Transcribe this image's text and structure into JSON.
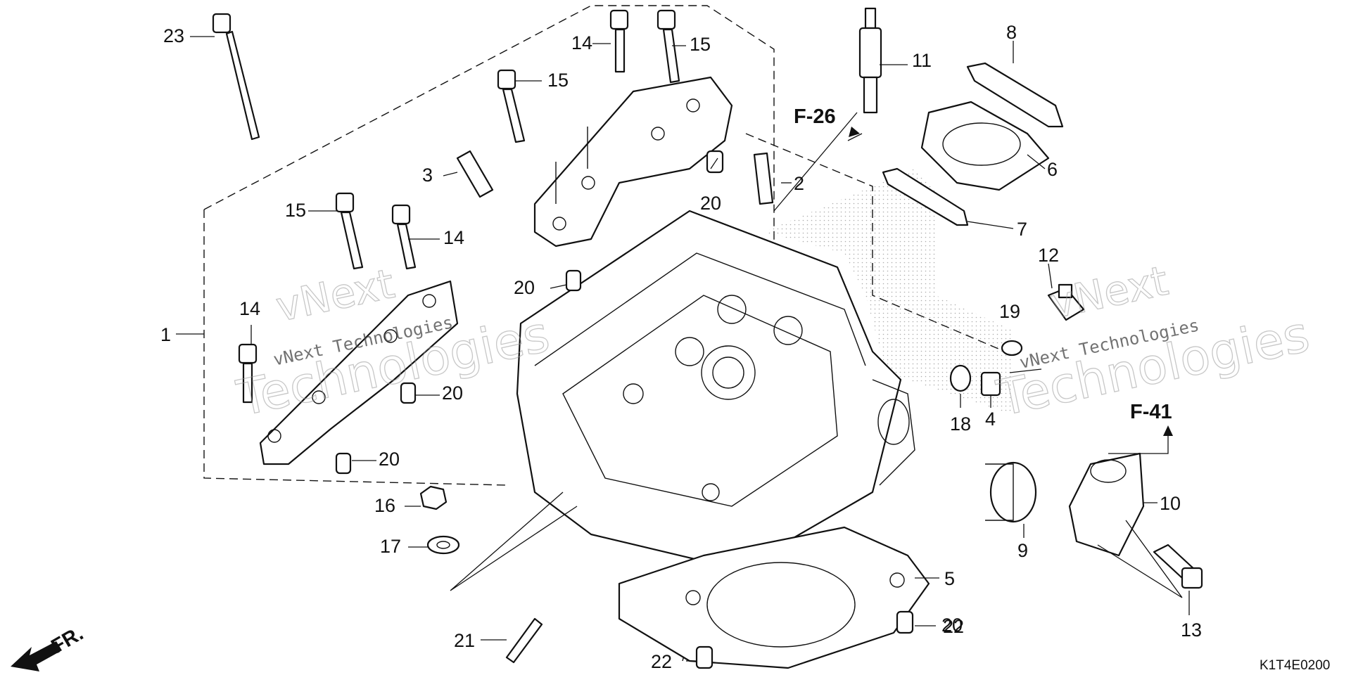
{
  "diagram": {
    "callouts": [
      "1",
      "2",
      "3",
      "4",
      "5",
      "6",
      "7",
      "8",
      "9",
      "10",
      "11",
      "12",
      "13",
      "14",
      "14",
      "14",
      "15",
      "15",
      "15",
      "16",
      "17",
      "18",
      "19",
      "20",
      "20",
      "20",
      "20",
      "20",
      "21",
      "22",
      "22",
      "23"
    ],
    "references": [
      "F-26",
      "F-41"
    ],
    "direction_label": "FR.",
    "diagram_code": "K1T4E0200",
    "watermark": {
      "brand": "vNext",
      "line2": "Technologies",
      "small": "vNext Technologies"
    }
  }
}
